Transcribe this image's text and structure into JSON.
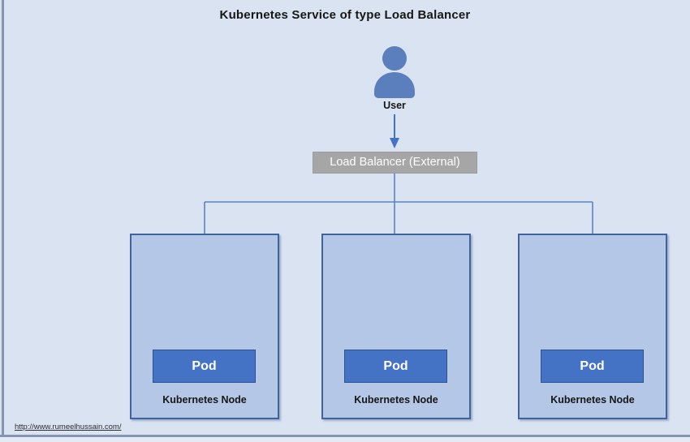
{
  "title": "Kubernetes Service of type Load Balancer",
  "user": {
    "label": "User"
  },
  "load_balancer": {
    "label": "Load Balancer (External)"
  },
  "nodes": [
    {
      "pod_label": "Pod",
      "node_label": "Kubernetes Node"
    },
    {
      "pod_label": "Pod",
      "node_label": "Kubernetes Node"
    },
    {
      "pod_label": "Pod",
      "node_label": "Kubernetes Node"
    }
  ],
  "footer": {
    "link_text": "http://www.rumeelhussain.com/"
  },
  "colors": {
    "background": "#dae3f2",
    "node_fill": "#b4c7e7",
    "node_border": "#41639c",
    "pod_fill": "#4472c4",
    "pod_border": "#2f528f",
    "load_balancer_fill": "#a6a6a6",
    "connector_line": "#5b83c0",
    "arrow": "#4472c4",
    "user_icon": "#5b7fbd",
    "frame_border": "#8695af"
  }
}
